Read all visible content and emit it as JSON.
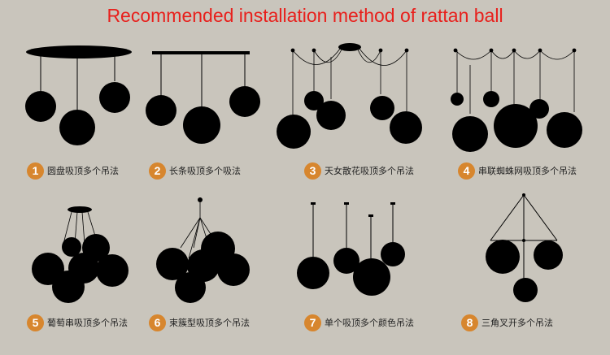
{
  "title": "Recommended installation method of rattan ball",
  "methods": [
    {
      "number": "1",
      "label": "圆盘吸顶多个吊法"
    },
    {
      "number": "2",
      "label": "长条吸顶多个吸法"
    },
    {
      "number": "3",
      "label": "天女散花吸顶多个吊法"
    },
    {
      "number": "4",
      "label": "串联蜘蛛网吸顶多个吊法"
    },
    {
      "number": "5",
      "label": "葡萄串吸顶多个吊法"
    },
    {
      "number": "6",
      "label": "束簇型吸顶多个吊法"
    },
    {
      "number": "7",
      "label": "单个吸顶多个颜色吊法"
    },
    {
      "number": "8",
      "label": "三角叉开多个吊法"
    }
  ],
  "colors": {
    "background": "#c9c5bc",
    "title": "#e8201c",
    "badge": "#d7862e",
    "ball": "#000000"
  }
}
